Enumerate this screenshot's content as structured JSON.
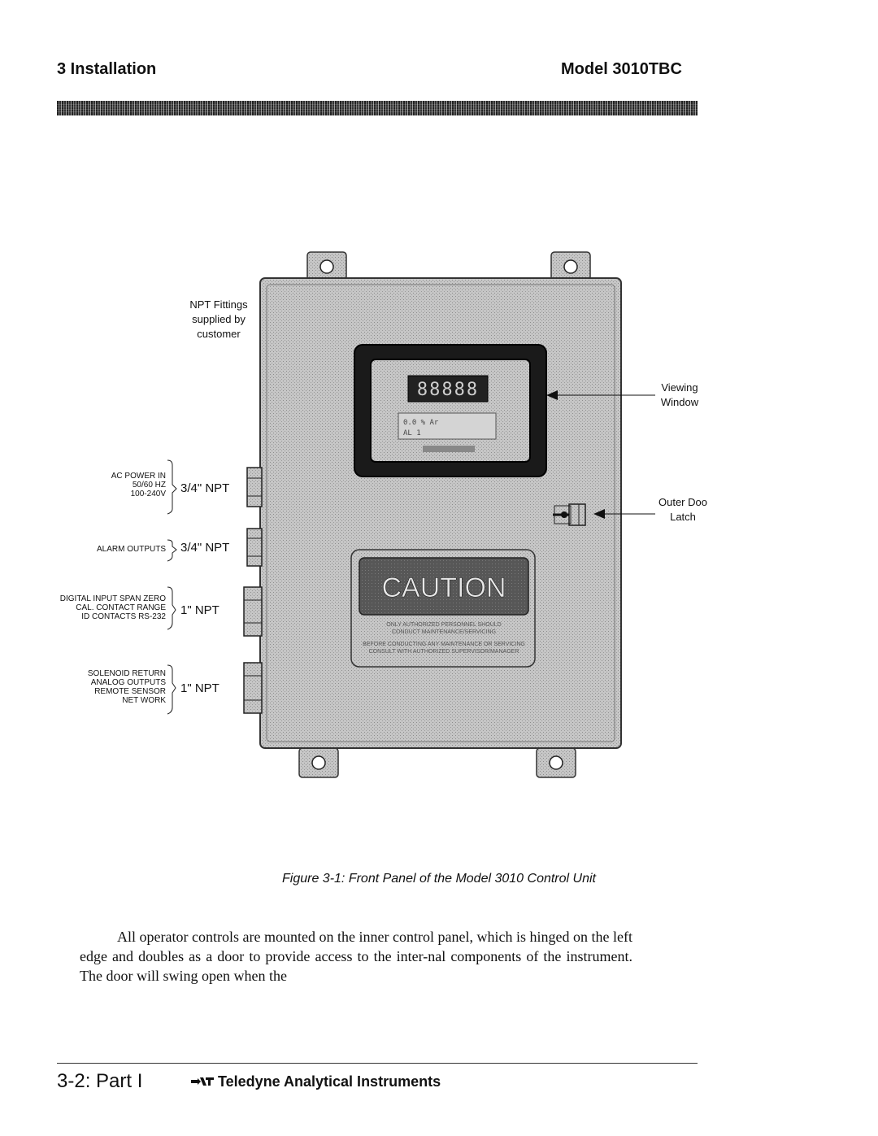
{
  "header": {
    "left": "3 Installation",
    "right": "Model 3010TBC"
  },
  "figure": {
    "callouts": {
      "npt_fittings": [
        "NPT Fittings",
        "supplied by",
        "customer"
      ],
      "viewing_window": [
        "Viewing",
        "Window"
      ],
      "outer_door_latch": [
        "Outer Doo",
        "Latch"
      ]
    },
    "ports": [
      {
        "lines": [
          "AC POWER IN",
          "50/60 HZ",
          "100-240V"
        ],
        "size": "3/4\" NPT"
      },
      {
        "lines": [
          "ALARM OUTPUTS"
        ],
        "size": "3/4\" NPT"
      },
      {
        "lines": [
          "DIGITAL INPUT SPAN ZERO",
          "CAL. CONTACT RANGE",
          "ID CONTACTS RS-232"
        ],
        "size": "1\" NPT"
      },
      {
        "lines": [
          "SOLENOID RETURN",
          "ANALOG OUTPUTS",
          "REMOTE SENSOR",
          "NET WORK"
        ],
        "size": "1\" NPT"
      }
    ],
    "display": {
      "digits": "88888",
      "line1": "0.0   % Ar",
      "line2": "AL 1"
    },
    "caution": {
      "title": "CAUTION",
      "text1": "ONLY AUTHORIZED PERSONNEL SHOULD",
      "text2": "CONDUCT MAINTENANCE/SERVICING",
      "text3": "BEFORE CONDUCTING ANY MAINTENANCE OR SERVICING",
      "text4": "CONSULT WITH AUTHORIZED SUPERVISOR/MANAGER"
    }
  },
  "caption": "Figure 3-1:  Front Panel of the Model 3010 Control Unit",
  "body_text": "All operator controls are mounted on the inner control panel, which is hinged on the left edge and doubles as a door to provide access to the inter-nal components of the instrument. The door will swing open when the",
  "footer": {
    "part": "3-2:  Part I",
    "company": "Teledyne Analytical Instruments"
  },
  "colors": {
    "enclosure": "#bdbdbd",
    "display_bezel": "#1a1a1a",
    "caution_panel": "#5a5a5a"
  }
}
